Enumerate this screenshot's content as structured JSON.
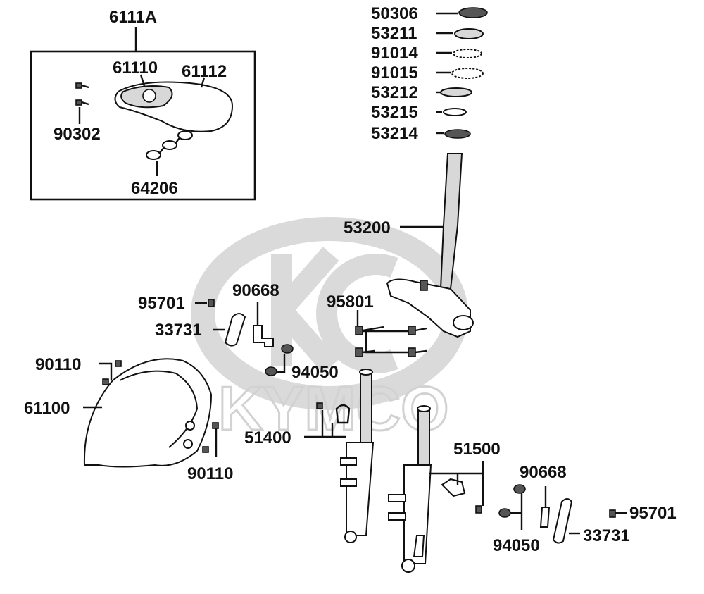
{
  "watermark": {
    "brand": "KYMCO"
  },
  "kit": {
    "title": "6111A",
    "parts": [
      "61110",
      "61112",
      "90302",
      "64206"
    ]
  },
  "labels": {
    "p50306": "50306",
    "p53211": "53211",
    "p91014": "91014",
    "p91015": "91015",
    "p53212": "53212",
    "p53215": "53215",
    "p53214": "53214",
    "p53200": "53200",
    "p95801": "95801",
    "p95701a": "95701",
    "p90668a": "90668",
    "p33731a": "33731",
    "p94050a": "94050",
    "p90110a": "90110",
    "p61100": "61100",
    "p51400": "51400",
    "p90110b": "90110",
    "p51500": "51500",
    "p90668b": "90668",
    "p95701b": "95701",
    "p94050b": "94050",
    "p33731b": "33731"
  },
  "colors": {
    "ink": "#111111",
    "watermark": "#d2d2d2",
    "background": "#ffffff"
  }
}
